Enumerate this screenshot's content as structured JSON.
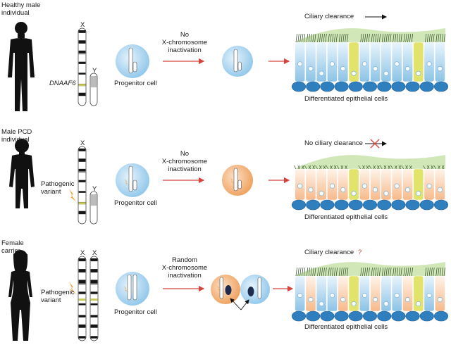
{
  "panels": [
    {
      "title_lines": [
        "Healthy male",
        "individual"
      ],
      "chromosome_labels": [
        "X",
        "Y"
      ],
      "gene_label": "DNAAF6",
      "process_lines": [
        "No",
        "X-chromosome",
        "inactivation"
      ],
      "progenitor_label": "Progenitor cell",
      "clearance_label": "Ciliary clearance",
      "tissue_label": "Differentiated epithelial cells",
      "colors": {
        "daughter_cell": "#a9d1ec",
        "epithelium": "#bfe0f5"
      }
    },
    {
      "title_lines": [
        "Male PCD",
        "individual"
      ],
      "chromosome_labels": [
        "X",
        "Y"
      ],
      "variant_lines": [
        "Pathogenic",
        "variant"
      ],
      "process_lines": [
        "No",
        "X-chromosome",
        "inactivation"
      ],
      "progenitor_label": "Progenitor cell",
      "clearance_label": "No ciliary clearance",
      "tissue_label": "Differentiated epithelial cells",
      "colors": {
        "daughter_cell": "#f4b27a",
        "epithelium": "#fbd9bb"
      }
    },
    {
      "title_lines": [
        "Female",
        "carrier"
      ],
      "chromosome_labels": [
        "X",
        "X"
      ],
      "variant_lines": [
        "Pathogenic",
        "variant"
      ],
      "process_lines": [
        "Random",
        "X-chromosome",
        "inactivation"
      ],
      "progenitor_label": "Progenitor cell",
      "clearance_label": "Ciliary clearance",
      "clearance_mark": "?",
      "tissue_label": "Differentiated epithelial cells",
      "colors": {
        "daughter_cell_a": "#f4b27a",
        "daughter_cell_b": "#a9d1ec",
        "epithelium": "#bfe0f5"
      }
    }
  ],
  "colors": {
    "arrow": "#d6453d",
    "mucus": "#cfe6b4",
    "basal": "#2f7fbf",
    "goblet": "#e2e36a",
    "lightning": "#f2a33a"
  }
}
